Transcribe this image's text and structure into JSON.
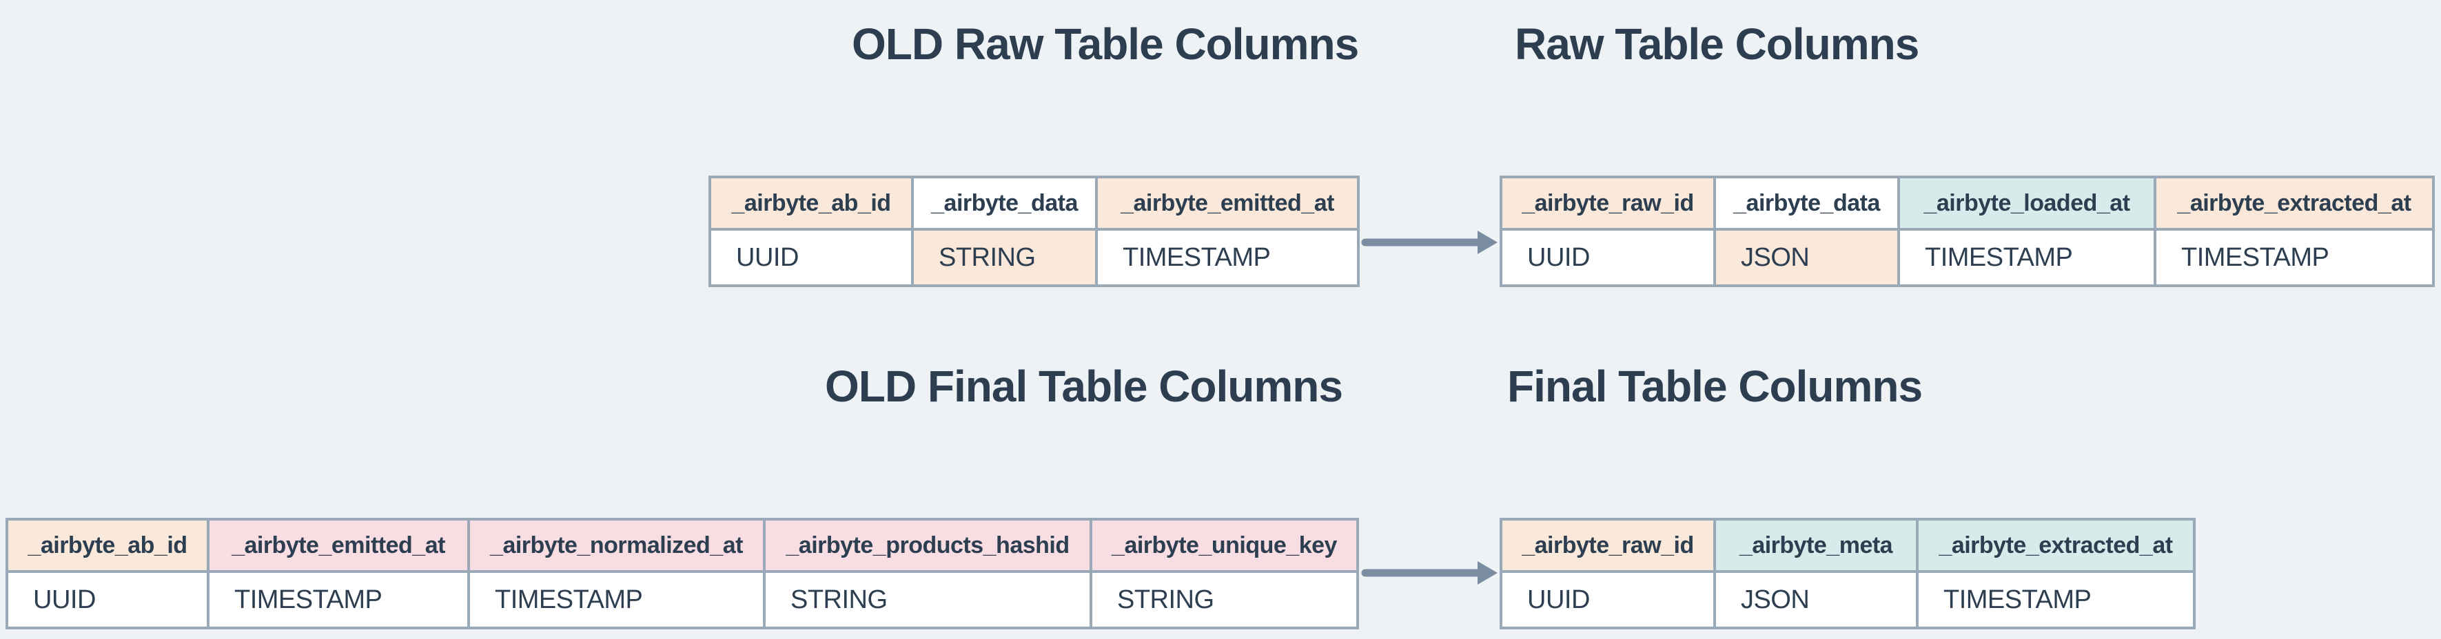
{
  "colors": {
    "background": "#eef2f5",
    "border": "#9aa9b8",
    "text": "#2c3e50",
    "arrow": "#7b8ea1",
    "highlight_changed": "#fae8da",
    "highlight_new": "#d6eceb",
    "highlight_removed": "#f8dde3",
    "cell_default": "#ffffff"
  },
  "sections": {
    "old_raw": {
      "title": "OLD Raw Table Columns",
      "columns": [
        {
          "name": "_airbyte_ab_id",
          "type": "UUID",
          "name_bg": "#fae8da",
          "type_bg": "#ffffff"
        },
        {
          "name": "_airbyte_data",
          "type": "STRING",
          "name_bg": "#ffffff",
          "type_bg": "#fae8da"
        },
        {
          "name": "_airbyte_emitted_at",
          "type": "TIMESTAMP",
          "name_bg": "#fae8da",
          "type_bg": "#ffffff"
        }
      ]
    },
    "raw": {
      "title": "Raw Table Columns",
      "columns": [
        {
          "name": "_airbyte_raw_id",
          "type": "UUID",
          "name_bg": "#fae8da",
          "type_bg": "#ffffff"
        },
        {
          "name": "_airbyte_data",
          "type": "JSON",
          "name_bg": "#ffffff",
          "type_bg": "#fae8da"
        },
        {
          "name": "_airbyte_loaded_at",
          "type": "TIMESTAMP",
          "name_bg": "#d6eceb",
          "type_bg": "#ffffff"
        },
        {
          "name": "_airbyte_extracted_at",
          "type": "TIMESTAMP",
          "name_bg": "#fae8da",
          "type_bg": "#ffffff"
        }
      ]
    },
    "old_final": {
      "title": "OLD Final Table Columns",
      "columns": [
        {
          "name": "_airbyte_ab_id",
          "type": "UUID",
          "name_bg": "#fae8da",
          "type_bg": "#ffffff"
        },
        {
          "name": "_airbyte_emitted_at",
          "type": "TIMESTAMP",
          "name_bg": "#f8dde3",
          "type_bg": "#ffffff"
        },
        {
          "name": "_airbyte_normalized_at",
          "type": "TIMESTAMP",
          "name_bg": "#f8dde3",
          "type_bg": "#ffffff"
        },
        {
          "name": "_airbyte_products_hashid",
          "type": "STRING",
          "name_bg": "#f8dde3",
          "type_bg": "#ffffff"
        },
        {
          "name": "_airbyte_unique_key",
          "type": "STRING",
          "name_bg": "#f8dde3",
          "type_bg": "#ffffff"
        }
      ]
    },
    "final": {
      "title": "Final Table Columns",
      "columns": [
        {
          "name": "_airbyte_raw_id",
          "type": "UUID",
          "name_bg": "#fae8da",
          "type_bg": "#ffffff"
        },
        {
          "name": "_airbyte_meta",
          "type": "JSON",
          "name_bg": "#d6eceb",
          "type_bg": "#ffffff"
        },
        {
          "name": "_airbyte_extracted_at",
          "type": "TIMESTAMP",
          "name_bg": "#d6eceb",
          "type_bg": "#ffffff"
        }
      ]
    }
  }
}
